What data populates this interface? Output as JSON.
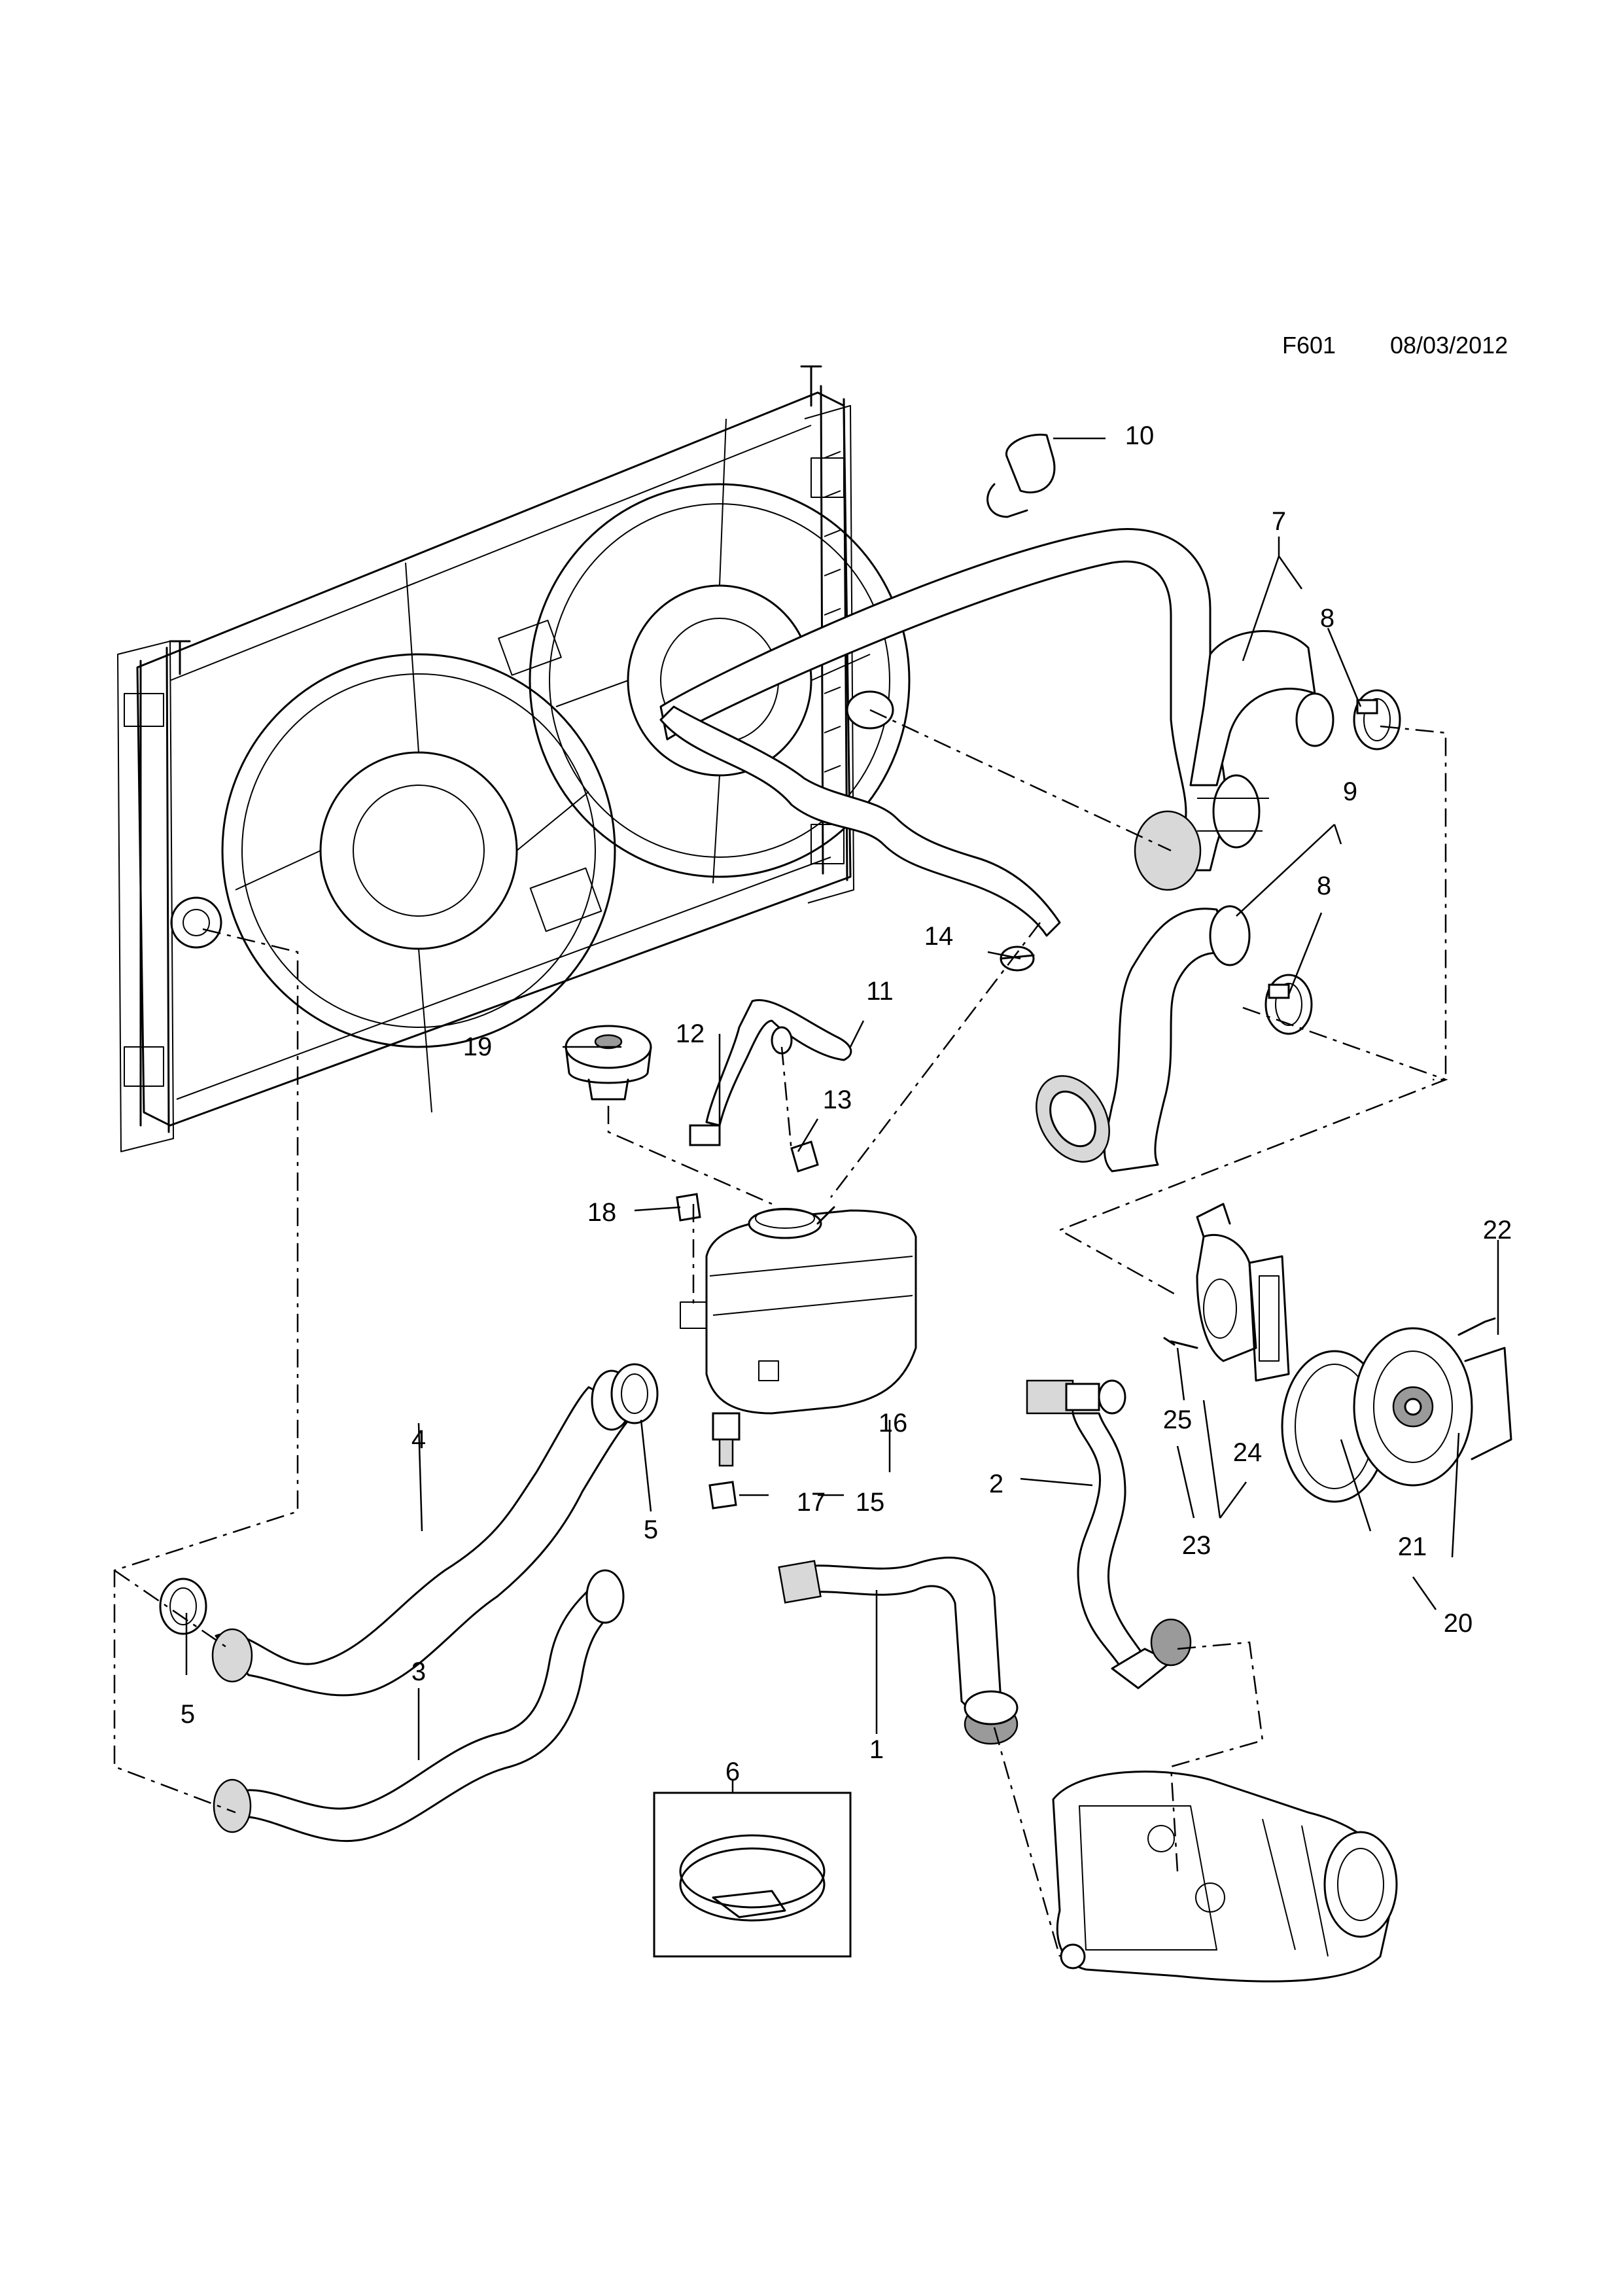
{
  "header": {
    "diagram_code": "F601",
    "date": "08/03/2012"
  },
  "callouts": {
    "c1": "1",
    "c2": "2",
    "c3": "3",
    "c4": "4",
    "c5a": "5",
    "c5b": "5",
    "c6": "6",
    "c7": "7",
    "c8a": "8",
    "c8b": "8",
    "c9": "9",
    "c10": "10",
    "c11": "11",
    "c12": "12",
    "c13": "13",
    "c14": "14",
    "c15": "15",
    "c16": "16",
    "c17": "17",
    "c18": "18",
    "c19": "19",
    "c20": "20",
    "c21": "21",
    "c22": "22",
    "c23": "23",
    "c24": "24",
    "c25": "25"
  }
}
